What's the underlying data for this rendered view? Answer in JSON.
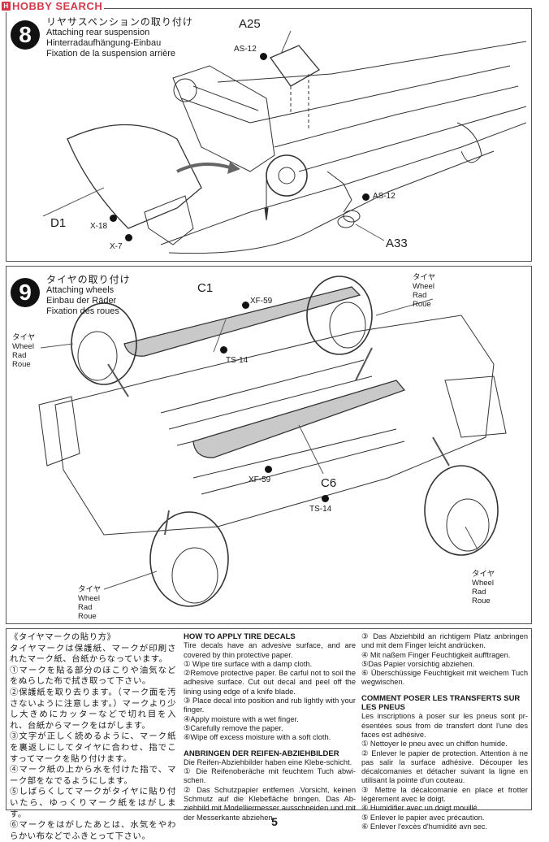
{
  "watermark": {
    "logo_glyph": "H",
    "text": "HOBBY SEARCH"
  },
  "step8": {
    "number": "8",
    "title_jp": "リヤサスペンションの取り付け",
    "title_en": "Attaching rear suspension",
    "title_de": "Hinterradaufhängung-Einbau",
    "title_fr": "Fixation de la suspension arrière",
    "parts": {
      "a25": "A25",
      "d1": "D1",
      "a33": "A33"
    },
    "paints": {
      "as12_top": "AS-12",
      "as12_bottom": "AS-12",
      "x18": "X-18",
      "x7": "X-7"
    }
  },
  "step9": {
    "number": "9",
    "title_jp": "タイヤの取り付け",
    "title_en": "Attaching wheels",
    "title_de": "Einbau der Räder",
    "title_fr": "Fixation des roues",
    "parts": {
      "c1": "C1",
      "c6": "C6"
    },
    "paints": {
      "xf59_top": "XF-59",
      "ts14_top": "TS-14",
      "xf59_bottom": "XF-59",
      "ts14_bottom": "TS-14"
    },
    "wheel_label": {
      "jp": "タイヤ",
      "en": "Wheel",
      "de": "Rad",
      "fr": "Roue"
    }
  },
  "instructions": {
    "jp": {
      "heading": "《タイヤマークの貼り方》",
      "intro": "タイヤマークは保護紙、マークが印刷されたマーク紙、台紙からなっています。",
      "steps": [
        "①マークを貼る部分のほこりや油気などをぬらした布で拭き取って下さい。",
        "②保護紙を取り去ります。（マーク面を汚さないように注意します。）マークより少し大きめにカッターなどで切れ目を入れ、台紙からマークをはがします。",
        "③文字が正しく読めるように、マーク紙を裏返しにしてタイヤに合わせ、指でこすってマークを貼り付けます。",
        "④マーク紙の上から水を付けた指で、マーク部をなでるようにします。",
        "⑤しばらくしてマークがタイヤに貼り付いたら、ゆっくりマーク紙をはがします。",
        "⑥マークをはがしたあとは、水気をやわらかい布などでふきとって下さい。"
      ]
    },
    "en": {
      "heading": "HOW TO APPLY TIRE DECALS",
      "intro": "Tire decals have an advesive surface, and are covered by thin protective paper.",
      "steps": [
        "① Wipe tire surface with a damp cloth.",
        "②Remove protective paper. Be carful not to soil the adhesive surface. Cut out decal and peel off the lining using edge of a knife blade.",
        "③ Place decal into position and rub lightly with your finger.",
        "④Apply moisture with a wet finger.",
        "⑤Carefully remove the paper.",
        "⑥Wipe off excess moisture with a soft cloth."
      ]
    },
    "de": {
      "heading": "ANBRINGEN DER REIFEN-ABZIEHBILDER",
      "intro": "Die Reifen-Abziehbilder haben eine Klebe-schicht.",
      "steps": [
        "① Die Reifenoberäche mit feuchtem Tuch abwi-schen.",
        "② Das Schutzpapier entfemen .Vorsicht, keinen Schmutz auf die Klebefläche bringen. Das Ab-ziehbild mit Modelliermesser ausschneiden und mit der Messerkante abziehen.",
        "③ Das Abziehbild an richtigem Platz anbringen und mit dem Finger leicht andrücken.",
        "④ Mit naßem Finger Feuchtigkeit aufftragen.",
        "⑤Das Papier vorsichtig abziehen.",
        "⑥ Überschüssige Feuchtigkeit mit weichem Tuch wegwischen."
      ]
    },
    "fr": {
      "heading": "COMMENT POSER LES TRANSFERTS SUR LES PNEUS",
      "intro": "Les inscriptions à poser sur les pneus sont pr-ésentées sous from de transfert dont l'une des faces est adhésive.",
      "steps": [
        "① Nettoyer le pneu avec un chiffon humide.",
        "② Enlever le papier de protection. Attention à ne pas salir la surface adhésive. Découper les décalcomanies et détacher suivant la ligne en utilisant la pointe d'un couteau.",
        "③ Mettre la décalcomanie en place et frotter légèrement avec le doigt.",
        "④ Humidifier avec un doigt mouillé.",
        "⑤ Enlever le papier avec précaution.",
        "⑥ Enlever l'excès d'humidité avn sec."
      ]
    }
  },
  "page_number": "5"
}
